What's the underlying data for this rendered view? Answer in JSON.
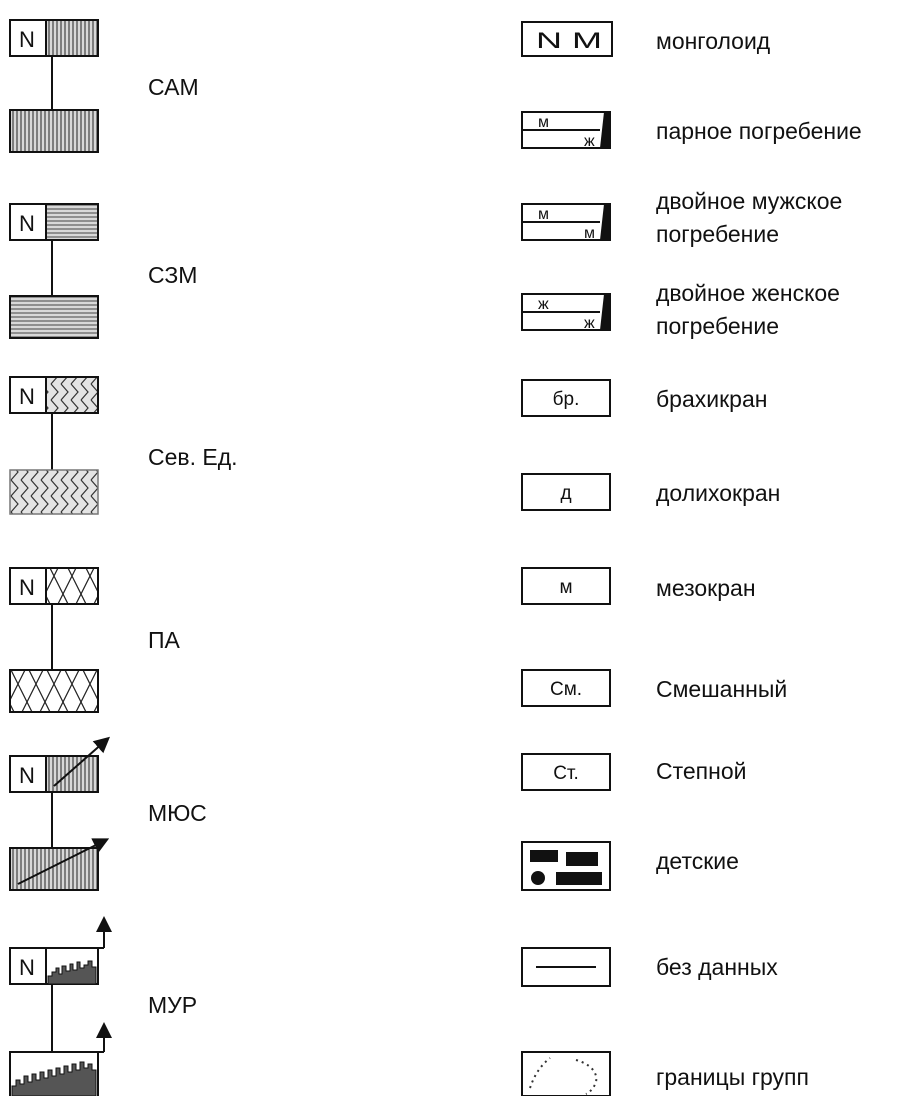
{
  "left_groups": [
    {
      "label": "САМ",
      "pattern": "vertical-lines"
    },
    {
      "label": "СЗМ",
      "pattern": "horizontal-lines"
    },
    {
      "label": "Сев. Ед.",
      "pattern": "chevrons"
    },
    {
      "label": "ПА",
      "pattern": "cross-hatch"
    },
    {
      "label": "МЮС",
      "pattern": "vertical-lines-with-arrow"
    },
    {
      "label": "МУР",
      "pattern": "bar-histogram-with-arrow"
    }
  ],
  "n_marker": "N",
  "right_legend": [
    {
      "symbol": "N M",
      "label": "монголоид"
    },
    {
      "symbol_top": "м",
      "symbol_bottom": "ж",
      "label": "парное погребение"
    },
    {
      "symbol_top": "м",
      "symbol_bottom": "м",
      "label_lines": [
        "двойное мужское",
        "погребение"
      ]
    },
    {
      "symbol_top": "ж",
      "symbol_bottom": "ж",
      "label_lines": [
        "двойное женское",
        "погребение"
      ]
    },
    {
      "symbol": "бр.",
      "label": "брахикран"
    },
    {
      "symbol": "д",
      "label": "долихокран"
    },
    {
      "symbol": "м",
      "label": "мезокран"
    },
    {
      "symbol": "См.",
      "label": "Смешанный"
    },
    {
      "symbol": "Ст.",
      "label": "Степной"
    },
    {
      "symbol": "blocks",
      "label": "детские"
    },
    {
      "symbol": "dash",
      "label": "без данных"
    },
    {
      "symbol": "dotted-boundary",
      "label": "границы групп"
    }
  ],
  "colors": {
    "ink": "#111111",
    "fill": "#d8d8d8"
  }
}
